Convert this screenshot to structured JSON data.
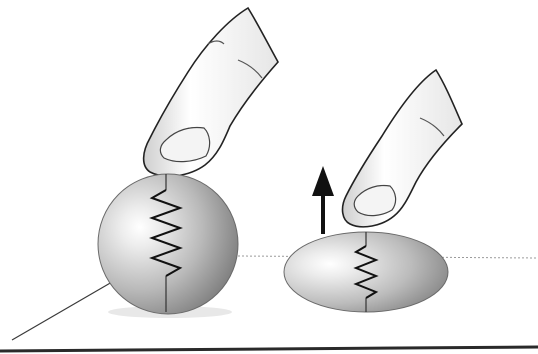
{
  "figure": {
    "panels": [
      {
        "id": "compressed-ball",
        "state": "pressed",
        "shape": "sphere"
      },
      {
        "id": "flattened-ball",
        "state": "released",
        "shape": "ellipsoid",
        "indicator": "up-arrow"
      }
    ],
    "colors": {
      "background": "#ffffff",
      "ball_light": "#f2f2f2",
      "ball_mid": "#bdbdbd",
      "ball_dark": "#6a6a6a",
      "finger_fill": "#ffffff",
      "finger_shade": "#d9d9d9",
      "outline": "#222222",
      "spring": "#111111"
    }
  }
}
